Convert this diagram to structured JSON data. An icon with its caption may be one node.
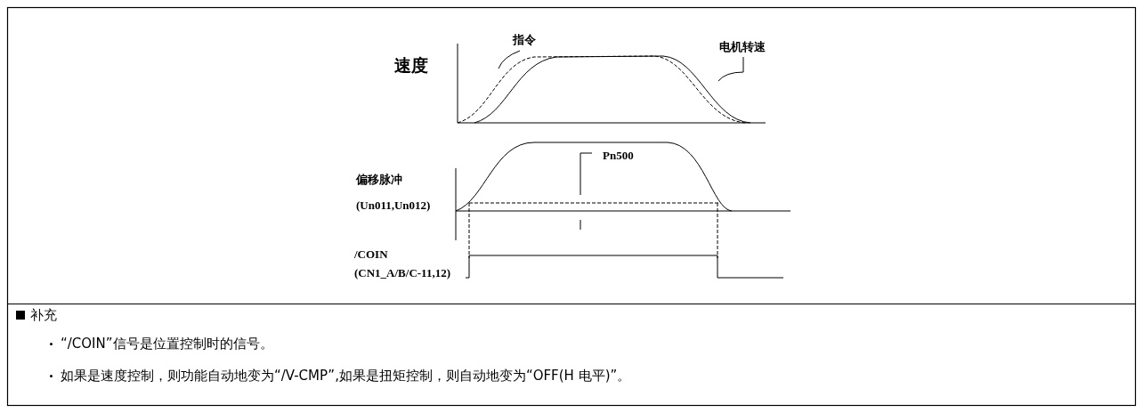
{
  "diagram": {
    "nodes": [
      {
        "text": [
          "指令"
        ]
      },
      {
        "text": [
          "电机转速"
        ]
      }
    ],
    "edges": [
      {
        "from": 0,
        "to": null,
        "arrow": "none"
      },
      {
        "from": 1,
        "to": null,
        "arrow": "none"
      }
    ],
    "labels": [
      "速度",
      "偏移脉冲",
      "(Un011,Un012)",
      "Pn500",
      "/COIN",
      "(CN1_A/B/C-11,12)",
      "补充",
      "“/COIN”信号是位置控制时的信号。",
      "如果是速度控制，则功能自动地变为“/V-CMP”,如果是扭矩控制，则自动地变为“OFF(H 电平)”。"
    ]
  }
}
